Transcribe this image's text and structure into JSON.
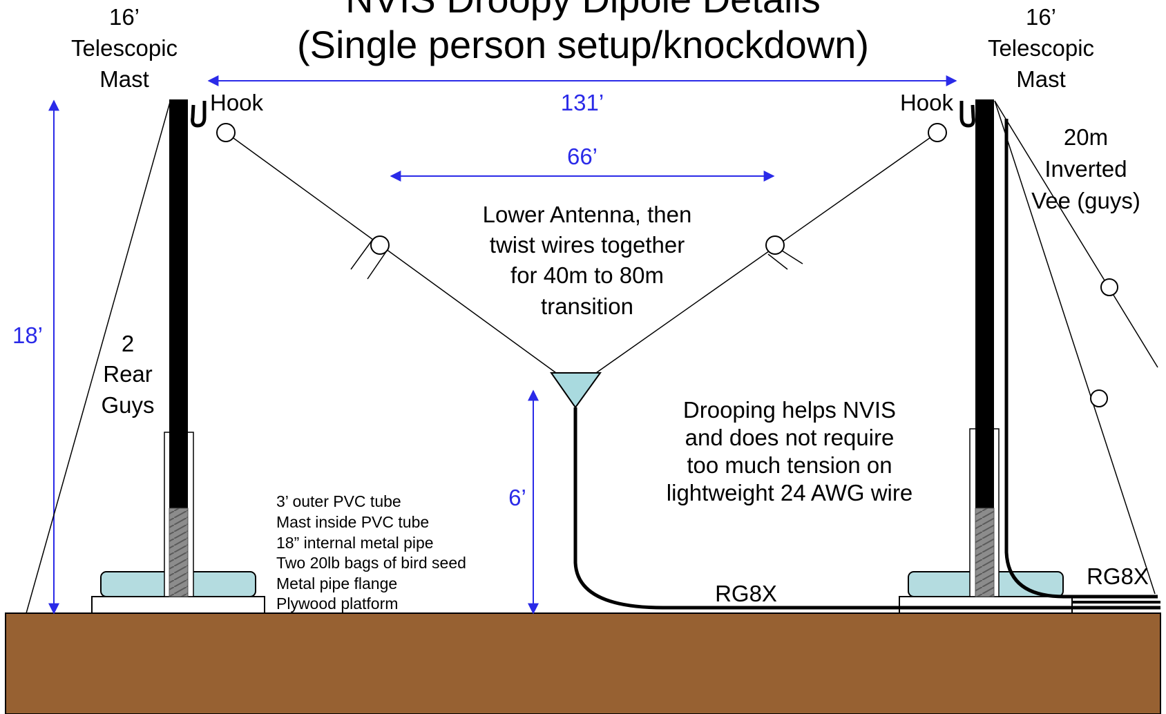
{
  "title": "NVIS Droopy Dipole Details",
  "subtitle": "(Single person setup/knockdown)",
  "left_mast": {
    "line1": "16’",
    "line2": "Telescopic",
    "line3": "Mast"
  },
  "right_mast": {
    "line1": "16’",
    "line2": "Telescopic",
    "line3": "Mast"
  },
  "hook_left": "Hook",
  "hook_right": "Hook",
  "dim_overall": "131’",
  "dim_inner": "66’",
  "dim_height": "18’",
  "dim_feed": "6’",
  "center_note": [
    "Lower Antenna, then",
    "twist wires together",
    "for 40m to 80m",
    "transition"
  ],
  "rear_guys": [
    "2",
    "Rear",
    "Guys"
  ],
  "inverted_vee": [
    "20m",
    "Inverted",
    "Vee (guys)"
  ],
  "droop_note": [
    "Drooping helps NVIS",
    "and does not require",
    "too much tension on",
    "lightweight 24 AWG wire"
  ],
  "base_notes": [
    "3’ outer PVC tube",
    "Mast inside PVC tube",
    "18” internal metal pipe",
    "Two 20lb bags of bird seed",
    "Metal pipe flange",
    "Plywood platform"
  ],
  "coax_center": "RG8X",
  "coax_right": "RG8X",
  "colors": {
    "ground": "#976132",
    "dimension": "#2a2ae8",
    "bags": "#b4dce0",
    "balun": "#a9dadf",
    "pipe": "#8a8a8a"
  }
}
